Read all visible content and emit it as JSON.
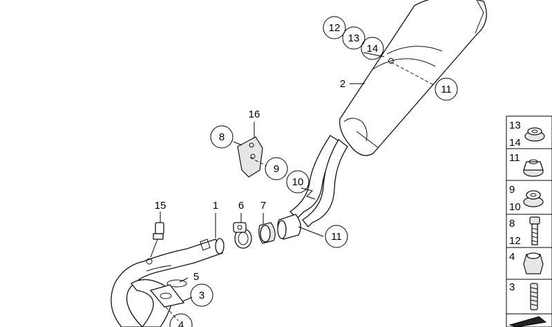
{
  "callouts": [
    {
      "label": "12",
      "circle": true
    },
    {
      "label": "13",
      "circle": true
    },
    {
      "label": "14",
      "circle": true
    },
    {
      "label": "2",
      "circle": false
    },
    {
      "label": "11",
      "circle": true
    },
    {
      "label": "16",
      "circle": false
    },
    {
      "label": "8",
      "circle": true
    },
    {
      "label": "9",
      "circle": true
    },
    {
      "label": "10",
      "circle": true
    },
    {
      "label": "15",
      "circle": false
    },
    {
      "label": "1",
      "circle": false
    },
    {
      "label": "6",
      "circle": false
    },
    {
      "label": "7",
      "circle": false
    },
    {
      "label": "11",
      "circle": true
    },
    {
      "label": "5",
      "circle": false
    },
    {
      "label": "3",
      "circle": true
    },
    {
      "label": "4",
      "circle": true
    }
  ],
  "side_panel": [
    {
      "labels": [
        "13",
        "14"
      ],
      "icon": "rubber-grommet-icon"
    },
    {
      "labels": [
        "11"
      ],
      "icon": "flange-nut-icon"
    },
    {
      "labels": [
        "9",
        "10"
      ],
      "icon": "rubber-damper-icon"
    },
    {
      "labels": [
        "8",
        "12"
      ],
      "icon": "hex-bolt-icon"
    },
    {
      "labels": [
        "4"
      ],
      "icon": "hex-nut-icon"
    },
    {
      "labels": [
        "3"
      ],
      "icon": "stud-bolt-icon"
    },
    {
      "labels": [],
      "icon": "triangle-marker-icon"
    }
  ]
}
